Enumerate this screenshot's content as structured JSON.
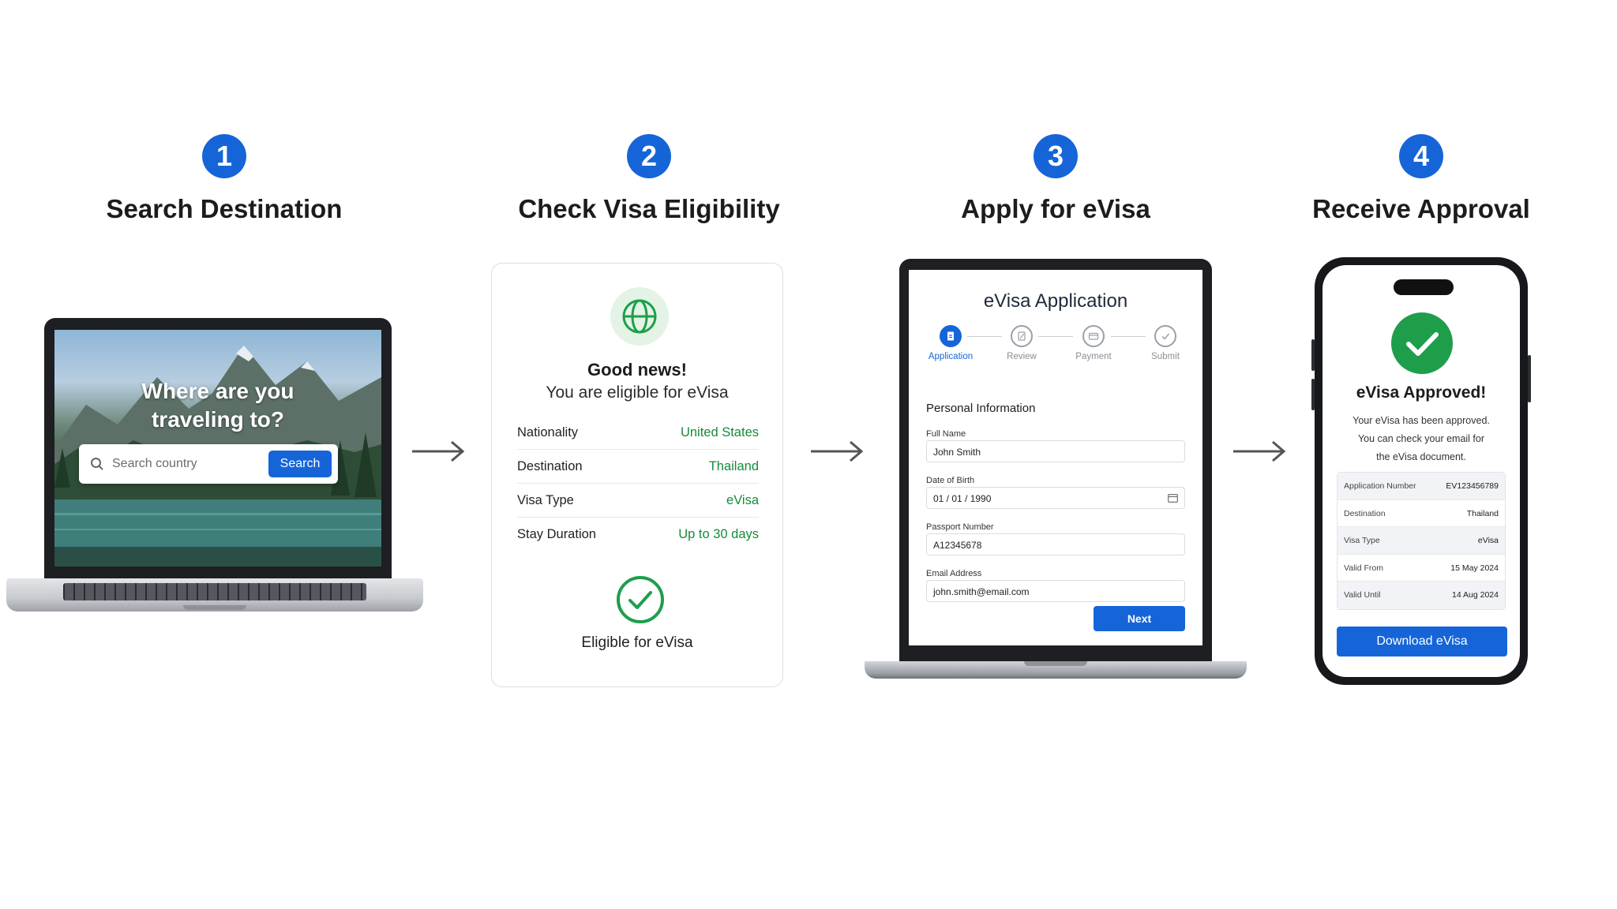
{
  "steps": [
    {
      "number": "1",
      "title": "Search Destination"
    },
    {
      "number": "2",
      "title": "Check Visa Eligibility"
    },
    {
      "number": "3",
      "title": "Apply for eVisa"
    },
    {
      "number": "4",
      "title": "Receive Approval"
    }
  ],
  "search_screen": {
    "headline_line1": "Where are you",
    "headline_line2": "traveling to?",
    "placeholder": "Search country",
    "button": "Search"
  },
  "eligibility": {
    "title": "Good news!",
    "subtitle": "You are eligible for eVisa",
    "rows": [
      {
        "label": "Nationality",
        "value": "United States"
      },
      {
        "label": "Destination",
        "value": "Thailand"
      },
      {
        "label": "Visa Type",
        "value": "eVisa"
      },
      {
        "label": "Stay Duration",
        "value": "Up to 30 days"
      }
    ],
    "footer": "Eligible for eVisa"
  },
  "application": {
    "title": "eVisa Application",
    "steps": [
      "Application",
      "Review",
      "Payment",
      "Submit"
    ],
    "section": "Personal Information",
    "fields": [
      {
        "label": "Full Name",
        "value": "John Smith"
      },
      {
        "label": "Date of Birth",
        "value": "01 / 01 / 1990"
      },
      {
        "label": "Passport Number",
        "value": "A12345678"
      },
      {
        "label": "Email Address",
        "value": "john.smith@email.com"
      }
    ],
    "next_button": "Next"
  },
  "approval": {
    "title": "eVisa Approved!",
    "message_line1": "Your eVisa has been approved.",
    "message_line2": "You can check your email for",
    "message_line3": "the eVisa document.",
    "rows": [
      {
        "label": "Application Number",
        "value": "EV123456789"
      },
      {
        "label": "Destination",
        "value": "Thailand"
      },
      {
        "label": "Visa Type",
        "value": "eVisa"
      },
      {
        "label": "Valid From",
        "value": "15 May 2024"
      },
      {
        "label": "Valid Until",
        "value": "14 Aug 2024"
      }
    ],
    "download_button": "Download eVisa"
  },
  "colors": {
    "accent_blue": "#1565d8",
    "success_green": "#1e9e4a",
    "value_green": "#168a3a"
  },
  "icons": [
    "search-icon",
    "globe-icon",
    "check-circle-icon",
    "document-icon",
    "calendar-icon",
    "arrow-right-icon",
    "checkmark-icon"
  ]
}
